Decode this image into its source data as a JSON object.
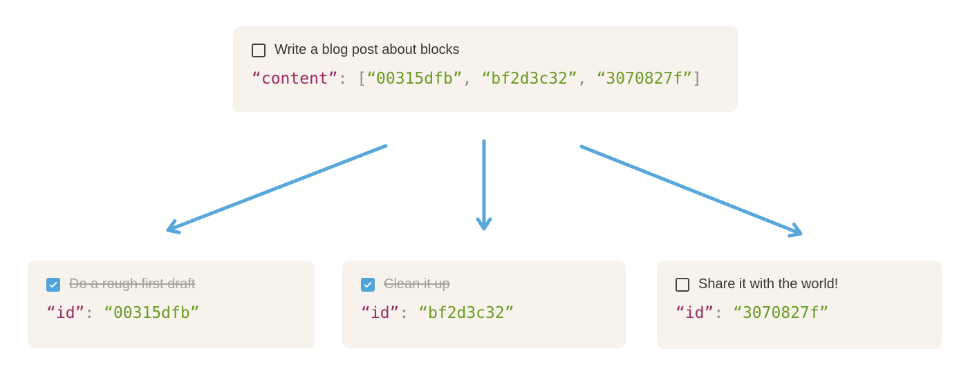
{
  "colors": {
    "page_background": "#ffffff",
    "card_background": "#f7f2eb",
    "arrow_blue": "#58a7da",
    "checkbox_checked_blue": "#4fa4db",
    "checkbox_border_dark": "#44423c",
    "todo_text_dark": "#37352f",
    "todo_text_done_gray": "#a5a29c",
    "code_key_maroon": "#9c2b63",
    "code_value_green": "#6a9b23",
    "code_punct_gray": "#8f8c84"
  },
  "icons": {
    "check_icon": "checkmark",
    "checkbox_unchecked_icon": "empty-square",
    "arrow_icon": "blue-arrow"
  },
  "code_tokens": {
    "colon": ": ",
    "comma": ", ",
    "open_bracket": "[",
    "close_bracket": "]"
  },
  "parent_block": {
    "todo_label": "Write a blog post about blocks",
    "checked": false,
    "code_key": "“content”",
    "content_ids": [
      "“00315dfb”",
      "“bf2d3c32”",
      "“3070827f”"
    ]
  },
  "child_blocks": [
    {
      "todo_label": "Do a rough first draft",
      "checked": true,
      "code_key": "“id”",
      "code_value": "“00315dfb”"
    },
    {
      "todo_label": "Clean it up",
      "checked": true,
      "code_key": "“id”",
      "code_value": "“bf2d3c32”"
    },
    {
      "todo_label": "Share it with the world!",
      "checked": false,
      "code_key": "“id”",
      "code_value": "“3070827f”"
    }
  ]
}
